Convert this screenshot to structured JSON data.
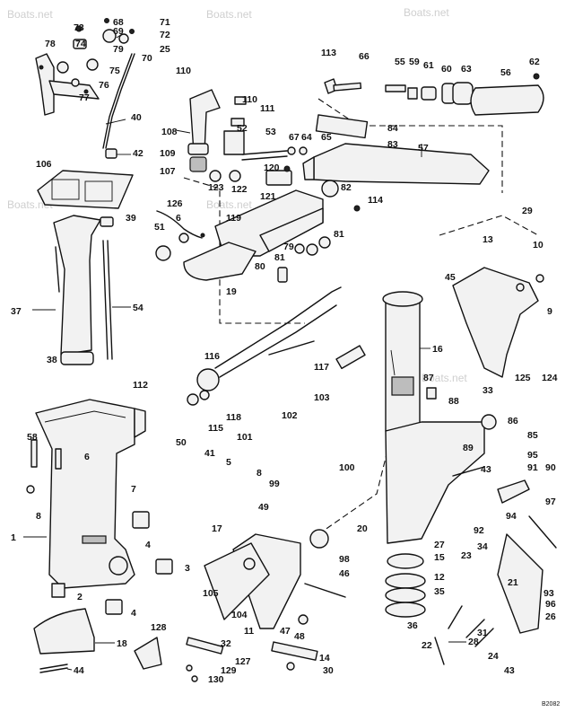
{
  "watermarks": [
    "Boats.net",
    "Boats.net",
    "Boats.net",
    "Boats.net",
    "Boats.net",
    "Boats.net"
  ],
  "diagram_code": "B2082",
  "callouts": [
    "68",
    "73",
    "69",
    "78",
    "74",
    "71",
    "72",
    "25",
    "70",
    "79",
    "75",
    "76",
    "77",
    "40",
    "42",
    "113",
    "66",
    "55",
    "59",
    "61",
    "60",
    "63",
    "56",
    "62",
    "110",
    "110",
    "111",
    "108",
    "52",
    "53",
    "67",
    "64",
    "65",
    "84",
    "83",
    "57",
    "106",
    "109",
    "107",
    "120",
    "123",
    "122",
    "121",
    "82",
    "126",
    "39",
    "6",
    "119",
    "51",
    "114",
    "29",
    "13",
    "10",
    "79",
    "81",
    "81",
    "80",
    "19",
    "37",
    "54",
    "45",
    "9",
    "116",
    "117",
    "16",
    "38",
    "87",
    "88",
    "33",
    "86",
    "85",
    "118",
    "115",
    "112",
    "103",
    "102",
    "101",
    "100",
    "58",
    "6",
    "50",
    "41",
    "5",
    "7",
    "8",
    "99",
    "89",
    "95",
    "91",
    "90",
    "43",
    "17",
    "1",
    "4",
    "3",
    "49",
    "20",
    "98",
    "27",
    "92",
    "94",
    "97",
    "34",
    "15",
    "12",
    "23",
    "35",
    "46",
    "105",
    "104",
    "11",
    "2",
    "4",
    "18",
    "128",
    "32",
    "47",
    "48",
    "36",
    "28",
    "31",
    "24",
    "21",
    "93",
    "96",
    "26",
    "44",
    "129",
    "127",
    "130",
    "14",
    "30",
    "22",
    "43",
    "8",
    "124",
    "125"
  ]
}
